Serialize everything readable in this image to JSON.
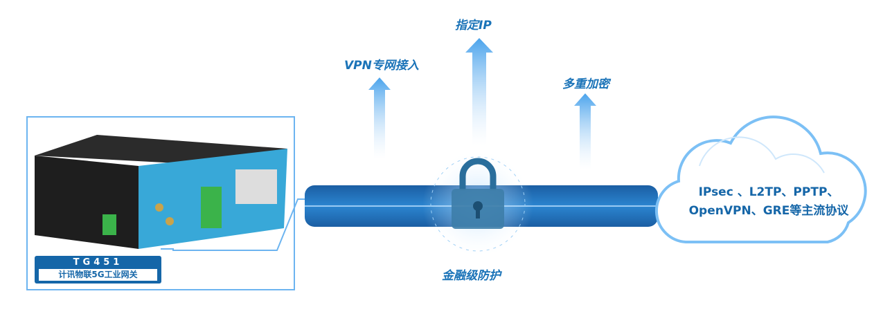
{
  "features": {
    "vpn": "VPN专网接入",
    "ip": "指定IP",
    "encrypt": "多重加密",
    "security": "金融级防护"
  },
  "device": {
    "model": "TG451",
    "description": "计讯物联5G工业网关"
  },
  "cloud": {
    "line1": "IPsec 、L2TP、PPTP、",
    "line2": "OpenVPN、GRE等主流协议"
  },
  "colors": {
    "accent": "#1a73b8",
    "frame": "#6cb4f0",
    "tunnel": "#1f6fb5"
  }
}
